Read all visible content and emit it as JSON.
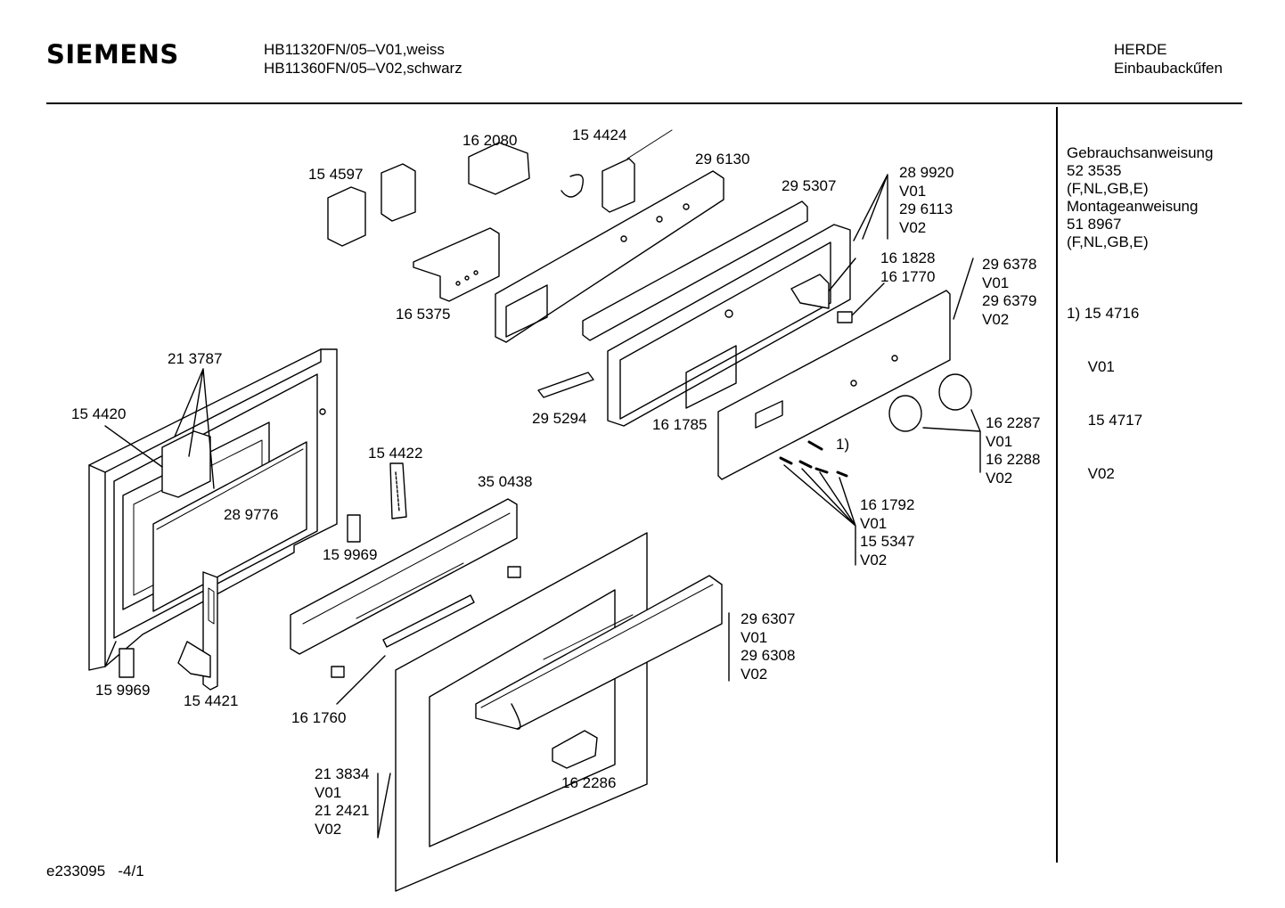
{
  "header": {
    "brand": "SIEMENS",
    "models": [
      "HB11320FN/05–V01,weiss",
      "HB11360FN/05–V02,schwarz"
    ],
    "category": [
      "HERDE",
      "Einbaubackűfen"
    ]
  },
  "sidebar": {
    "lines": [
      "Gebrauchsanweisung",
      "52 3535",
      "(F,NL,GB,E)",
      "Montageanweisung",
      "51 8967",
      "(F,NL,GB,E)"
    ],
    "note_lines": [
      "1) 15 4716",
      "     V01",
      "     15 4717",
      "     V02"
    ]
  },
  "footer": {
    "code": "e233095   -4/1"
  },
  "parts": [
    {
      "id": "p-162080",
      "lines": [
        "16 2080"
      ]
    },
    {
      "id": "p-154424",
      "lines": [
        "15 4424"
      ]
    },
    {
      "id": "p-154597",
      "lines": [
        "15 4597"
      ]
    },
    {
      "id": "p-296130",
      "lines": [
        "29 6130"
      ]
    },
    {
      "id": "p-295307",
      "lines": [
        "29 5307"
      ]
    },
    {
      "id": "p-289920",
      "lines": [
        "28 9920",
        "V01",
        "29 6113",
        "V02"
      ]
    },
    {
      "id": "p-165375",
      "lines": [
        "16 5375"
      ]
    },
    {
      "id": "p-161828",
      "lines": [
        "16 1828"
      ]
    },
    {
      "id": "p-161770",
      "lines": [
        "16 1770"
      ]
    },
    {
      "id": "p-296378",
      "lines": [
        "29 6378",
        "V01",
        "29 6379",
        "V02"
      ]
    },
    {
      "id": "p-213787",
      "lines": [
        "21 3787"
      ]
    },
    {
      "id": "p-154420",
      "lines": [
        "15 4420"
      ]
    },
    {
      "id": "p-295294",
      "lines": [
        "29 5294"
      ]
    },
    {
      "id": "p-161785",
      "lines": [
        "16 1785"
      ]
    },
    {
      "id": "p-162287",
      "lines": [
        "16 2287",
        "V01",
        "16 2288",
        "V02"
      ]
    },
    {
      "id": "p-note1",
      "lines": [
        "1)"
      ]
    },
    {
      "id": "p-154422",
      "lines": [
        "15 4422"
      ]
    },
    {
      "id": "p-350438",
      "lines": [
        "35 0438"
      ]
    },
    {
      "id": "p-289776",
      "lines": [
        "28 9776"
      ]
    },
    {
      "id": "p-161792",
      "lines": [
        "16 1792",
        "V01",
        "15 5347",
        "V02"
      ]
    },
    {
      "id": "p-159969a",
      "lines": [
        "15 9969"
      ]
    },
    {
      "id": "p-296307",
      "lines": [
        "29 6307",
        "V01",
        "29 6308",
        "V02"
      ]
    },
    {
      "id": "p-159969b",
      "lines": [
        "15 9969"
      ]
    },
    {
      "id": "p-154421",
      "lines": [
        "15 4421"
      ]
    },
    {
      "id": "p-161760",
      "lines": [
        "16 1760"
      ]
    },
    {
      "id": "p-162286",
      "lines": [
        "16 2286"
      ]
    },
    {
      "id": "p-213834",
      "lines": [
        "21 3834",
        "V01",
        "21 2421",
        "V02"
      ]
    }
  ]
}
